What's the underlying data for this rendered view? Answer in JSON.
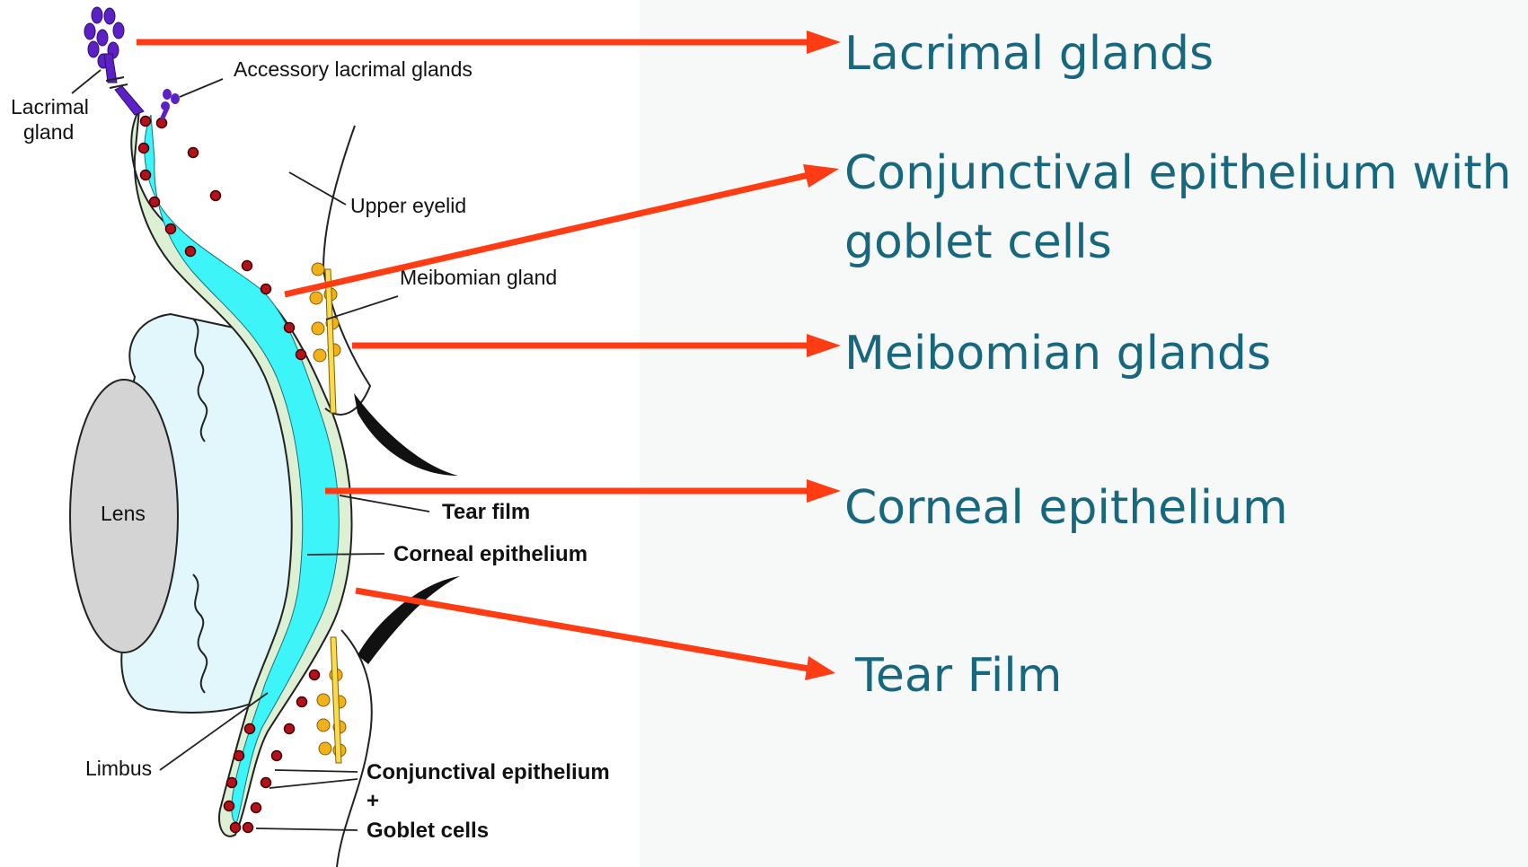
{
  "diagram": {
    "labels": {
      "lacrimal_gland_line1": "Lacrimal",
      "lacrimal_gland_line2": "gland",
      "accessory_lacrimal_glands": "Accessory lacrimal glands",
      "upper_eyelid": "Upper eyelid",
      "meibomian_gland": "Meibomian gland",
      "lens": "Lens",
      "tear_film": "Tear film",
      "corneal_epithelium": "Corneal epithelium",
      "limbus": "Limbus",
      "conjunctival_epithelium": "Conjunctival epithelium",
      "plus": "+",
      "goblet_cells": "Goblet cells"
    }
  },
  "callouts": {
    "lacrimal_glands": "Lacrimal glands",
    "conjunctival_line1": "Conjunctival epithelium with",
    "conjunctival_line2": "goblet cells",
    "meibomian_glands": "Meibomian glands",
    "corneal_epithelium": "Corneal epithelium",
    "tear_film": "Tear Film"
  },
  "colors": {
    "arrow": "#ff3c14",
    "callout_text": "#17677e",
    "tear_film_fill": "#3df4f8",
    "conjunctiva_fill": "#ddf0d4",
    "cornea_fill": "#e1f7fb",
    "lens_fill": "#d4d4d4",
    "gland_purple": "#5b21c4",
    "goblet_red": "#b3121c",
    "meibomian_yellow": "#f0b21a"
  }
}
